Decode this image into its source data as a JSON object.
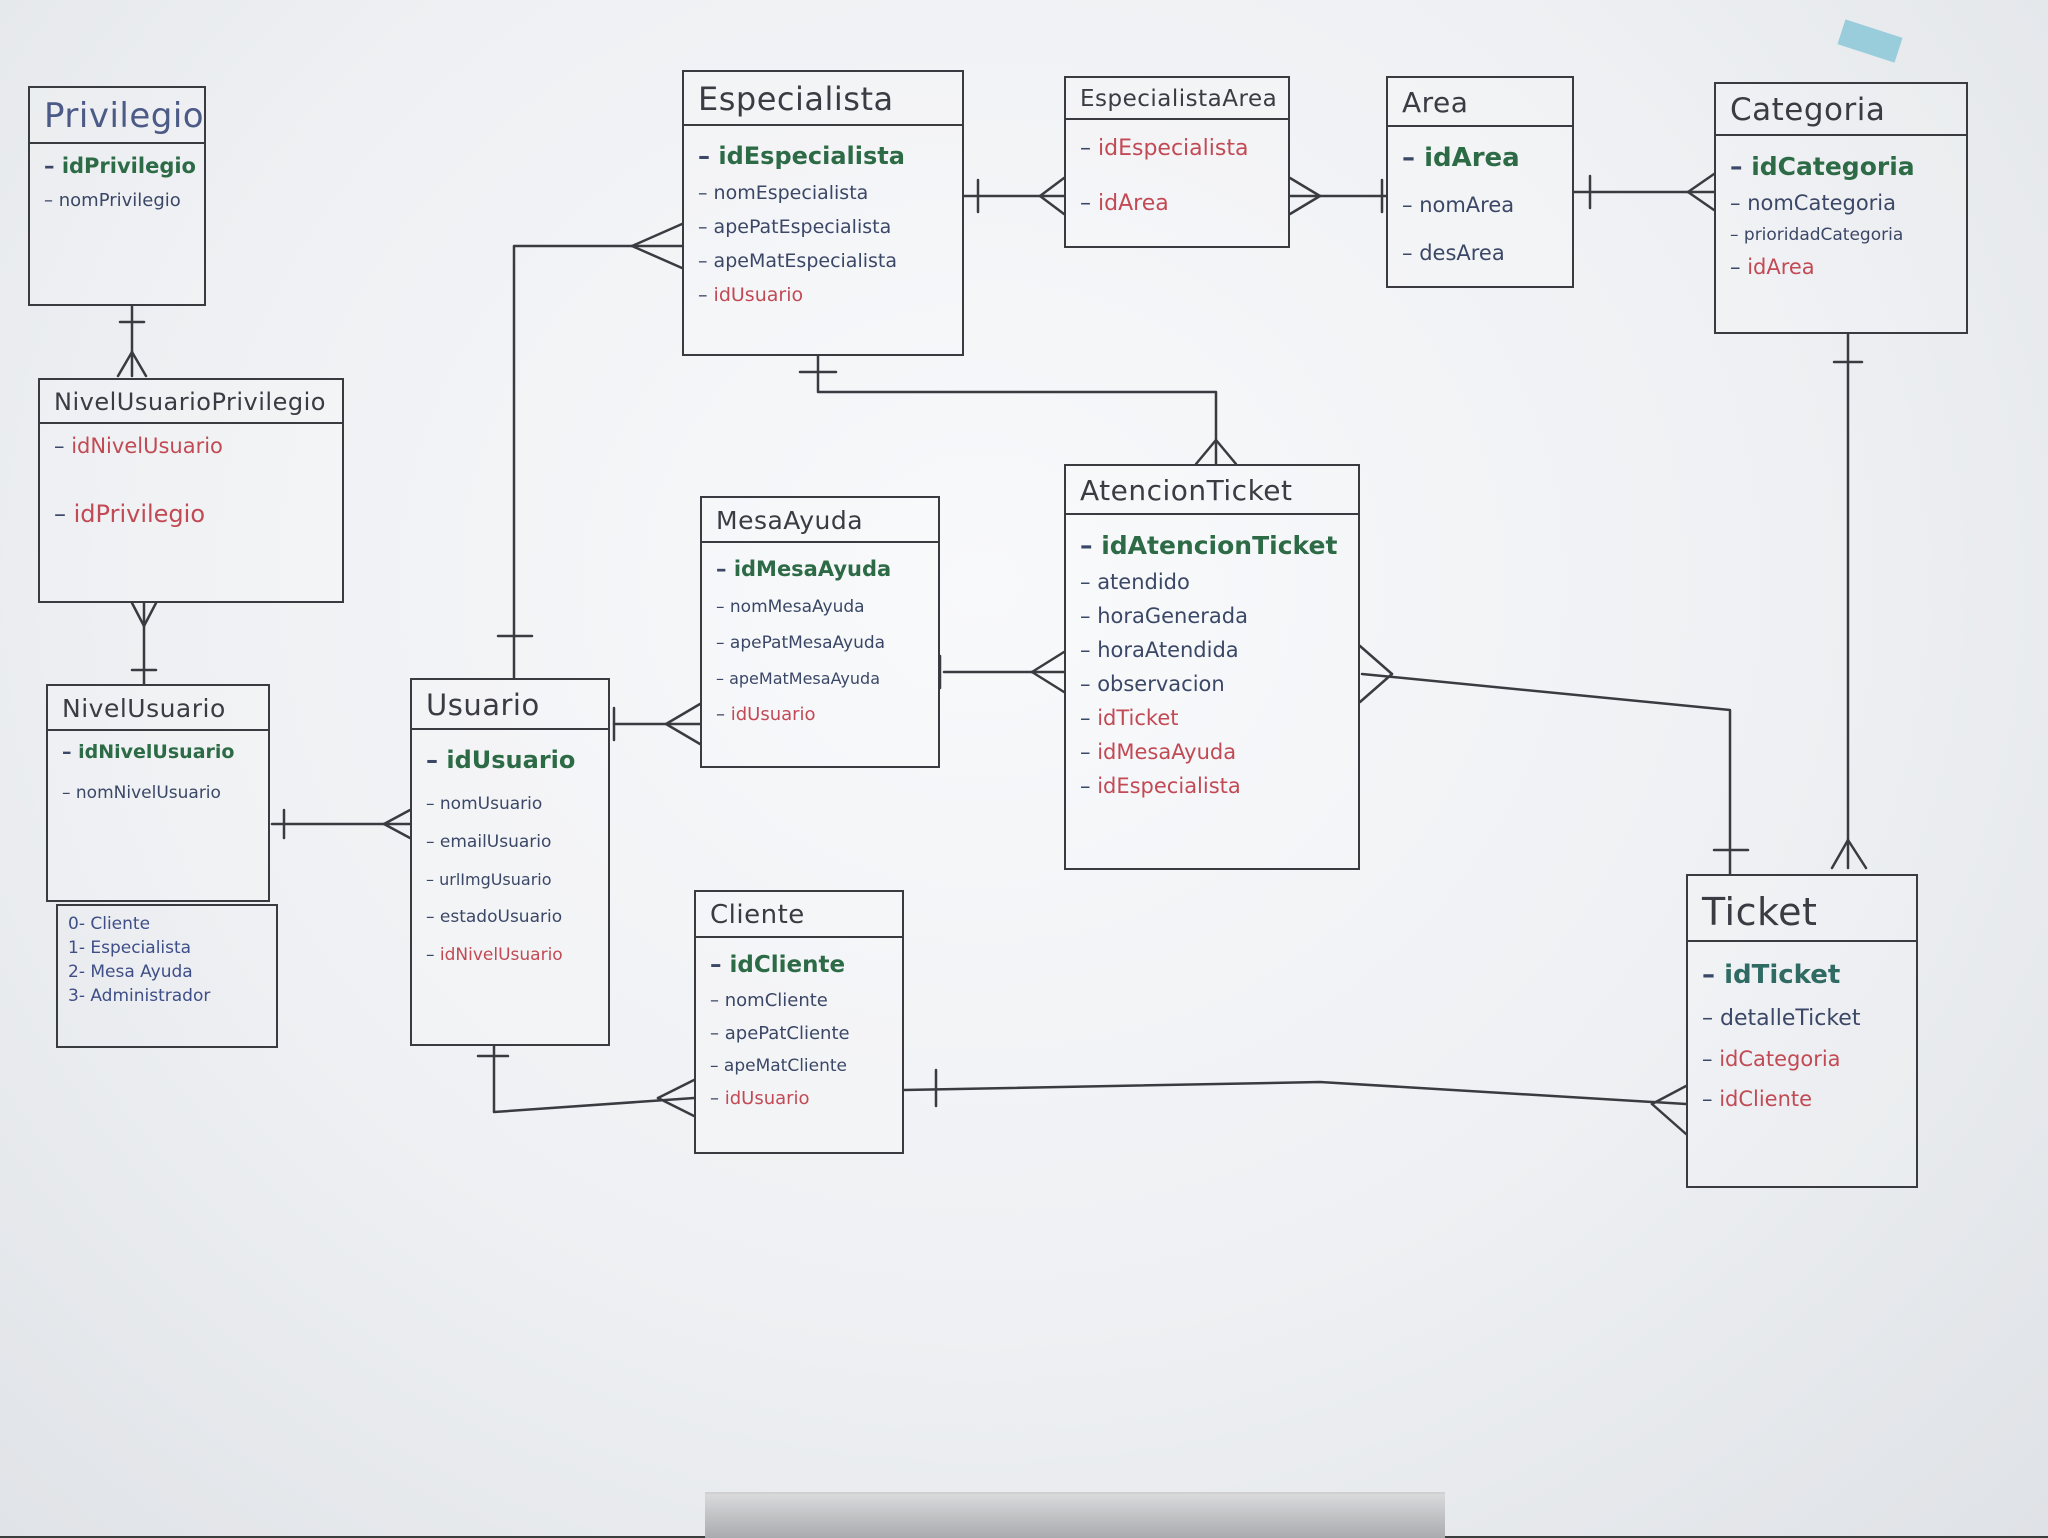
{
  "colors": {
    "ink": "#3a3b40",
    "primary_key": "#2d6b46",
    "attribute": "#34456e",
    "foreign_key": "#c24a55",
    "board": "#f2f3f5"
  },
  "entities": {
    "privilegio": {
      "title": "Privilegio",
      "fields": [
        {
          "text": "idPrivilegio",
          "kind": "pk"
        },
        {
          "text": "nomPrivilegio",
          "kind": "attr"
        }
      ]
    },
    "nivel_usuario_privilegio": {
      "title": "NivelUsuarioPrivilegio",
      "fields": [
        {
          "text": "idNivelUsuario",
          "kind": "fk"
        },
        {
          "text": "idPrivilegio",
          "kind": "fk"
        }
      ]
    },
    "nivel_usuario": {
      "title": "NivelUsuario",
      "fields": [
        {
          "text": "idNivelUsuario",
          "kind": "pk"
        },
        {
          "text": "nomNivelUsuario",
          "kind": "attr"
        }
      ]
    },
    "usuario": {
      "title": "Usuario",
      "fields": [
        {
          "text": "idUsuario",
          "kind": "pk"
        },
        {
          "text": "nomUsuario",
          "kind": "attr"
        },
        {
          "text": "emailUsuario",
          "kind": "attr"
        },
        {
          "text": "urlImgUsuario",
          "kind": "attr"
        },
        {
          "text": "estadoUsuario",
          "kind": "attr"
        },
        {
          "text": "idNivelUsuario",
          "kind": "fk"
        }
      ]
    },
    "especialista": {
      "title": "Especialista",
      "fields": [
        {
          "text": "idEspecialista",
          "kind": "pk"
        },
        {
          "text": "nomEspecialista",
          "kind": "attr"
        },
        {
          "text": "apePatEspecialista",
          "kind": "attr"
        },
        {
          "text": "apeMatEspecialista",
          "kind": "attr"
        },
        {
          "text": "idUsuario",
          "kind": "fk"
        }
      ]
    },
    "especialista_area": {
      "title": "EspecialistaArea",
      "fields": [
        {
          "text": "idEspecialista",
          "kind": "fk"
        },
        {
          "text": "idArea",
          "kind": "fk"
        }
      ]
    },
    "area": {
      "title": "Area",
      "fields": [
        {
          "text": "idArea",
          "kind": "pk"
        },
        {
          "text": "nomArea",
          "kind": "attr"
        },
        {
          "text": "desArea",
          "kind": "attr"
        }
      ]
    },
    "categoria": {
      "title": "Categoria",
      "fields": [
        {
          "text": "idCategoria",
          "kind": "pk"
        },
        {
          "text": "nomCategoria",
          "kind": "attr"
        },
        {
          "text": "prioridadCategoria",
          "kind": "attr"
        },
        {
          "text": "idArea",
          "kind": "fk"
        }
      ]
    },
    "mesa_ayuda": {
      "title": "MesaAyuda",
      "fields": [
        {
          "text": "idMesaAyuda",
          "kind": "pk"
        },
        {
          "text": "nomMesaAyuda",
          "kind": "attr"
        },
        {
          "text": "apePatMesaAyuda",
          "kind": "attr"
        },
        {
          "text": "apeMatMesaAyuda",
          "kind": "attr"
        },
        {
          "text": "idUsuario",
          "kind": "fk"
        }
      ]
    },
    "atencion_ticket": {
      "title": "AtencionTicket",
      "fields": [
        {
          "text": "idAtencionTicket",
          "kind": "pk"
        },
        {
          "text": "atendido",
          "kind": "attr"
        },
        {
          "text": "horaGenerada",
          "kind": "attr"
        },
        {
          "text": "horaAtendida",
          "kind": "attr"
        },
        {
          "text": "observacion",
          "kind": "attr"
        },
        {
          "text": "idTicket",
          "kind": "fk"
        },
        {
          "text": "idMesaAyuda",
          "kind": "fk"
        },
        {
          "text": "idEspecialista",
          "kind": "fk"
        }
      ]
    },
    "cliente": {
      "title": "Cliente",
      "fields": [
        {
          "text": "idCliente",
          "kind": "pk"
        },
        {
          "text": "nomCliente",
          "kind": "attr"
        },
        {
          "text": "apePatCliente",
          "kind": "attr"
        },
        {
          "text": "apeMatCliente",
          "kind": "attr"
        },
        {
          "text": "idUsuario",
          "kind": "fk"
        }
      ]
    },
    "ticket": {
      "title": "Ticket",
      "fields": [
        {
          "text": "idTicket",
          "kind": "pk"
        },
        {
          "text": "detalleTicket",
          "kind": "attr"
        },
        {
          "text": "idCategoria",
          "kind": "fk"
        },
        {
          "text": "idCliente",
          "kind": "fk"
        }
      ]
    }
  },
  "nivel_note": [
    "0- Cliente",
    "1- Especialista",
    "2- Mesa Ayuda",
    "3- Administrador"
  ]
}
